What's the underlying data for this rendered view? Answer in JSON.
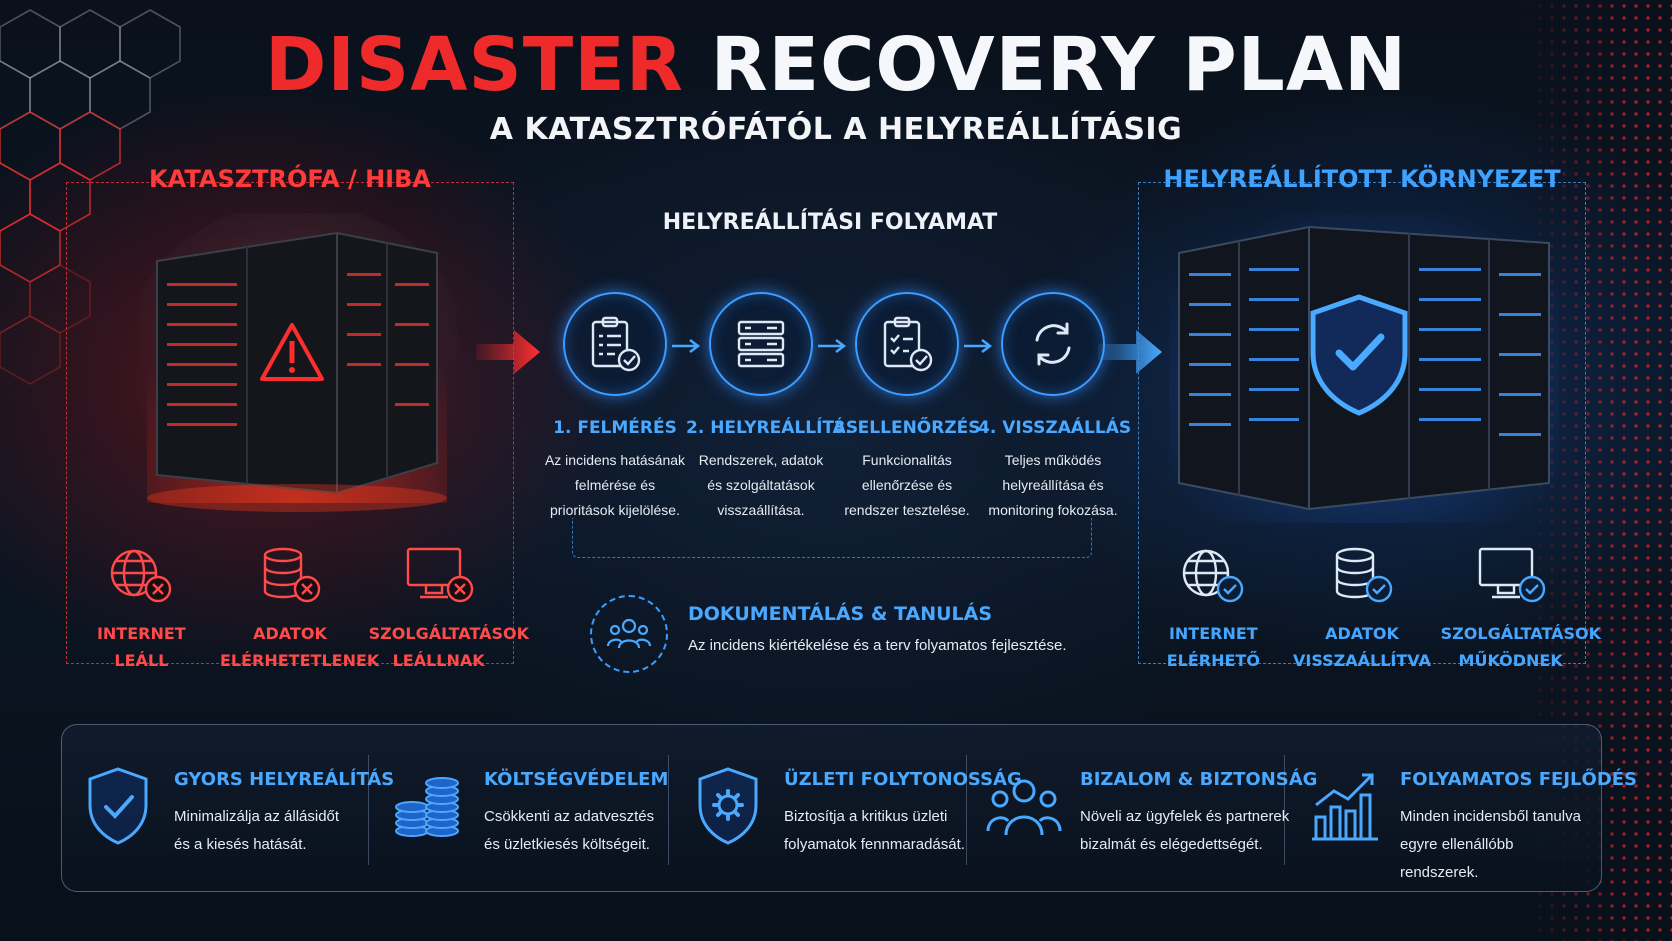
{
  "title": {
    "part1": "DISASTER",
    "part2": "RECOVERY PLAN"
  },
  "subtitle": "A KATASZTRÓFÁTÓL A HELYREÁLLÍTÁSIG",
  "left_panel": {
    "title": "KATASZTRÓFA / HIBA",
    "accent": "#ef2a2a",
    "statuses": [
      {
        "icon": "globe-x-icon",
        "line1": "INTERNET",
        "line2": "LEÁLL"
      },
      {
        "icon": "database-x-icon",
        "line1": "ADATOK",
        "line2": "ELÉRHETETLENEK"
      },
      {
        "icon": "monitor-x-icon",
        "line1": "SZOLGÁLTATÁSOK",
        "line2": "LEÁLLNAK"
      }
    ]
  },
  "process": {
    "title": "HELYREÁLLÍTÁSI FOLYAMAT",
    "accent": "#3c9cff",
    "steps": [
      {
        "icon": "clipboard-check-icon",
        "title": "1. FELMÉRÉS",
        "d1": "Az incidens hatásának",
        "d2": "felmérése és",
        "d3": "prioritások kijelölése."
      },
      {
        "icon": "server-icon",
        "title": "2. HELYREÁLLÍTÁS",
        "d1": "Rendszerek, adatok",
        "d2": "és szolgáltatások",
        "d3": "visszaállítása."
      },
      {
        "icon": "checklist-icon",
        "title": "3. ELLENŐRZÉS",
        "d1": "Funkcionalitás",
        "d2": "ellenőrzése és",
        "d3": "rendszer tesztelése."
      },
      {
        "icon": "refresh-icon",
        "title": "4. VISSZAÁLLÁS",
        "d1": "Teljes működés",
        "d2": "helyreállítása és",
        "d3": "monitoring fokozása."
      }
    ],
    "documentation": {
      "icon": "team-icon",
      "title": "DOKUMENTÁLÁS & TANULÁS",
      "desc": "Az incidens kiértékelése és a terv folyamatos fejlesztése."
    }
  },
  "right_panel": {
    "title": "HELYREÁLLÍTOTT KÖRNYEZET",
    "accent": "#3fa2ff",
    "statuses": [
      {
        "icon": "globe-check-icon",
        "line1": "INTERNET",
        "line2": "ELÉRHETŐ"
      },
      {
        "icon": "database-check-icon",
        "line1": "ADATOK",
        "line2": "VISSZAÁLLÍTVA"
      },
      {
        "icon": "monitor-check-icon",
        "line1": "SZOLGÁLTATÁSOK",
        "line2": "MŰKÖDNEK"
      }
    ]
  },
  "benefits": [
    {
      "icon": "shield-check-icon",
      "title": "GYORS HELYREÁLÍTÁS",
      "d1": "Minimalizálja az állásidőt",
      "d2": "és a kiesés hatását."
    },
    {
      "icon": "coins-icon",
      "title": "KÖLTSÉGVÉDELEM",
      "d1": "Csökkenti az adatvesztés",
      "d2": "és üzletkiesés költségeit."
    },
    {
      "icon": "shield-gear-icon",
      "title": "ÜZLETI FOLYTONOSSÁG",
      "d1": "Biztosítja a kritikus üzleti",
      "d2": "folyamatok fennmaradását."
    },
    {
      "icon": "people-icon",
      "title": "BIZALOM & BIZTONSÁG",
      "d1": "Növeli az ügyfelek és partnerek",
      "d2": "bizalmát és elégedettségét."
    },
    {
      "icon": "growth-chart-icon",
      "title": "FOLYAMATOS FEJLŐDÉS",
      "d1": "Minden incidensből tanulva",
      "d2": "egyre ellenállóbb rendszerek."
    }
  ]
}
